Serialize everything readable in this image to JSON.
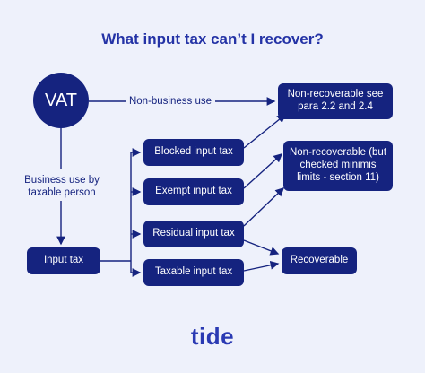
{
  "title": "What input tax can’t I recover?",
  "nodes": {
    "vat": "VAT",
    "input_tax": "Input tax",
    "blocked": "Blocked input tax",
    "exempt": "Exempt input tax",
    "residual": "Residual input tax",
    "taxable": "Taxable input tax",
    "non_recoverable_para": "Non-recoverable see para 2.2 and 2.4",
    "non_recoverable_checked": "Non-recoverable (but checked minimis limits - section 11)",
    "recoverable": "Recoverable"
  },
  "edge_labels": {
    "non_business": "Non-business use",
    "business_use": "Business use by taxable person"
  },
  "logo": "tide",
  "colors": {
    "background": "#eef1fb",
    "node": "#15237f",
    "title": "#2433a6"
  }
}
